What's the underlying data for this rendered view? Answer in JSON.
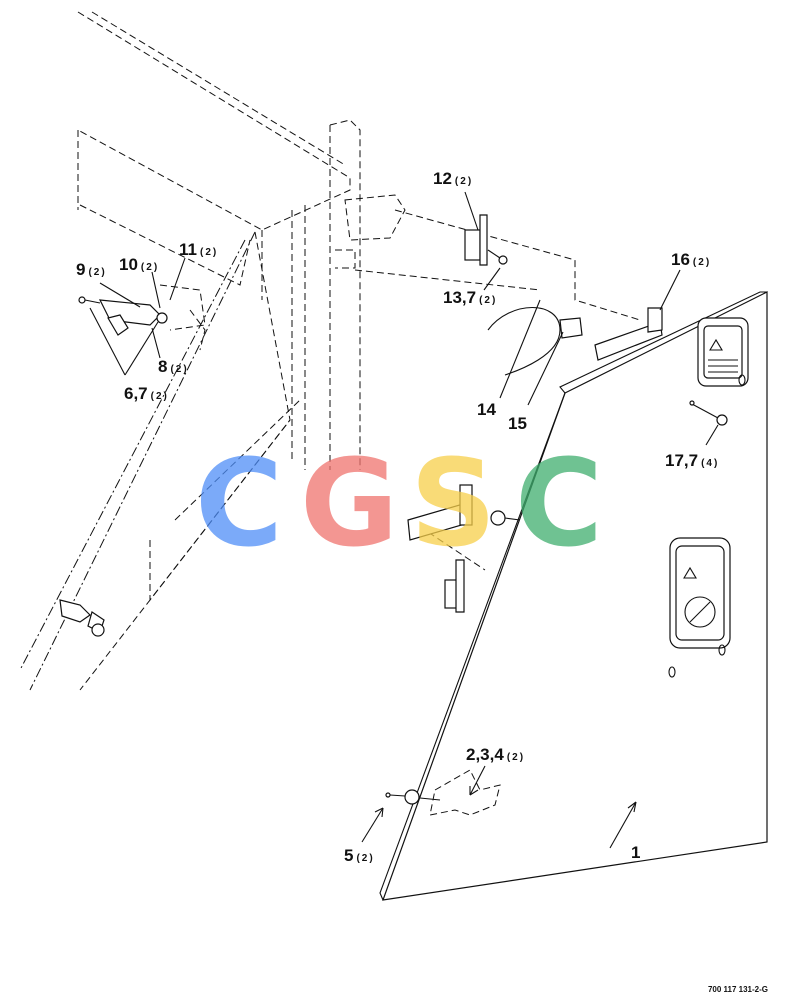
{
  "diagram": {
    "callouts": [
      {
        "id": "c1",
        "num": "1",
        "qty": ""
      },
      {
        "id": "c234",
        "num": "2,3,4",
        "qty": "(2)"
      },
      {
        "id": "c5",
        "num": "5",
        "qty": "(2)"
      },
      {
        "id": "c67",
        "num": "6,7",
        "qty": "(2)"
      },
      {
        "id": "c8",
        "num": "8",
        "qty": "(2)"
      },
      {
        "id": "c9",
        "num": "9",
        "qty": "(2)"
      },
      {
        "id": "c10",
        "num": "10",
        "qty": "(2)"
      },
      {
        "id": "c11",
        "num": "11",
        "qty": "(2)"
      },
      {
        "id": "c12",
        "num": "12",
        "qty": "(2)"
      },
      {
        "id": "c137",
        "num": "13,7",
        "qty": "(2)"
      },
      {
        "id": "c14",
        "num": "14",
        "qty": ""
      },
      {
        "id": "c15",
        "num": "15",
        "qty": ""
      },
      {
        "id": "c16",
        "num": "16",
        "qty": "(2)"
      },
      {
        "id": "c177",
        "num": "17,7",
        "qty": "(4)"
      }
    ],
    "reference_number": "700 117 131-2-G",
    "watermark": {
      "letters": [
        "C",
        "G",
        "S",
        "C"
      ],
      "colors": [
        "#4f8ef7",
        "#f0736e",
        "#f7cf4a",
        "#3fae6e"
      ]
    }
  }
}
